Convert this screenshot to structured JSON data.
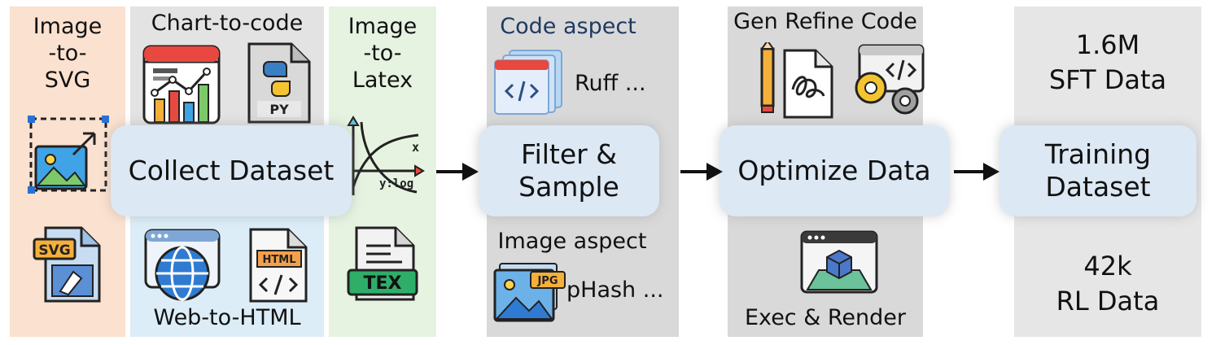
{
  "sources": {
    "image_to_svg": "Image\n-to-\nSVG",
    "chart_to_code": "Chart-to-code",
    "image_to_latex": "Image\n-to-\nLatex",
    "web_to_html": "Web-to-HTML"
  },
  "steps": {
    "collect": "Collect Dataset",
    "filter": "Filter &\nSample",
    "optimize": "Optimize Data",
    "training": "Training\nDataset"
  },
  "filter_aspects": {
    "code_title": "Code aspect",
    "code_tool": "Ruff ...",
    "image_title": "Image aspect",
    "image_tool": "pHash ..."
  },
  "optimize_aspects": {
    "gen": "Gen Refine Code",
    "exec": "Exec & Render"
  },
  "outputs": {
    "sft": "1.6M\nSFT Data",
    "rl": "42k\nRL Data"
  },
  "icon_text": {
    "py": "PY",
    "svg": "SVG",
    "html": "HTML",
    "tex": "TEX",
    "jpg": "JPG",
    "ylog": "y:log",
    "x": "x"
  },
  "colors": {
    "svg_panel": "#fbe1cf",
    "chart_panel": "#e3e3e3",
    "latex_panel": "#e6f3e1",
    "web_panel": "#dcedf7",
    "gray_panel": "#d9d9d9",
    "step_box": "#dce8f4"
  }
}
